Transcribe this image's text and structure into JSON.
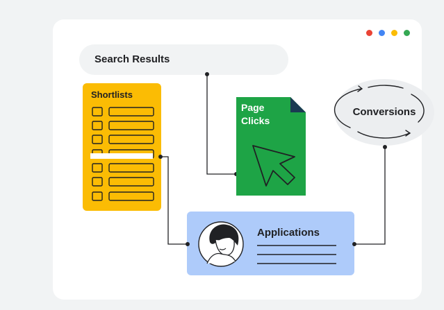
{
  "nodes": {
    "search": {
      "label": "Search Results"
    },
    "shortlists": {
      "label": "Shortlists"
    },
    "page_clicks": {
      "line1": "Page",
      "line2": "Clicks"
    },
    "conversions": {
      "label": "Conversions"
    },
    "applications": {
      "label": "Applications"
    }
  },
  "colors": {
    "background": "#f1f3f4",
    "card": "#ffffff",
    "shortlists": "#fbbc04",
    "page_clicks": "#1ea446",
    "page_clicks_fold": "#1a3a52",
    "applications": "#aecbfa",
    "conversions_bg": "#eceef0",
    "ink": "#202124",
    "window_dots": [
      "#ea4335",
      "#4285f4",
      "#fbbc04",
      "#34a853"
    ]
  },
  "icons": [
    "window-dots",
    "checklist-icon",
    "document-icon",
    "cursor-arrow-icon",
    "cycle-arrows-icon",
    "avatar-icon"
  ]
}
